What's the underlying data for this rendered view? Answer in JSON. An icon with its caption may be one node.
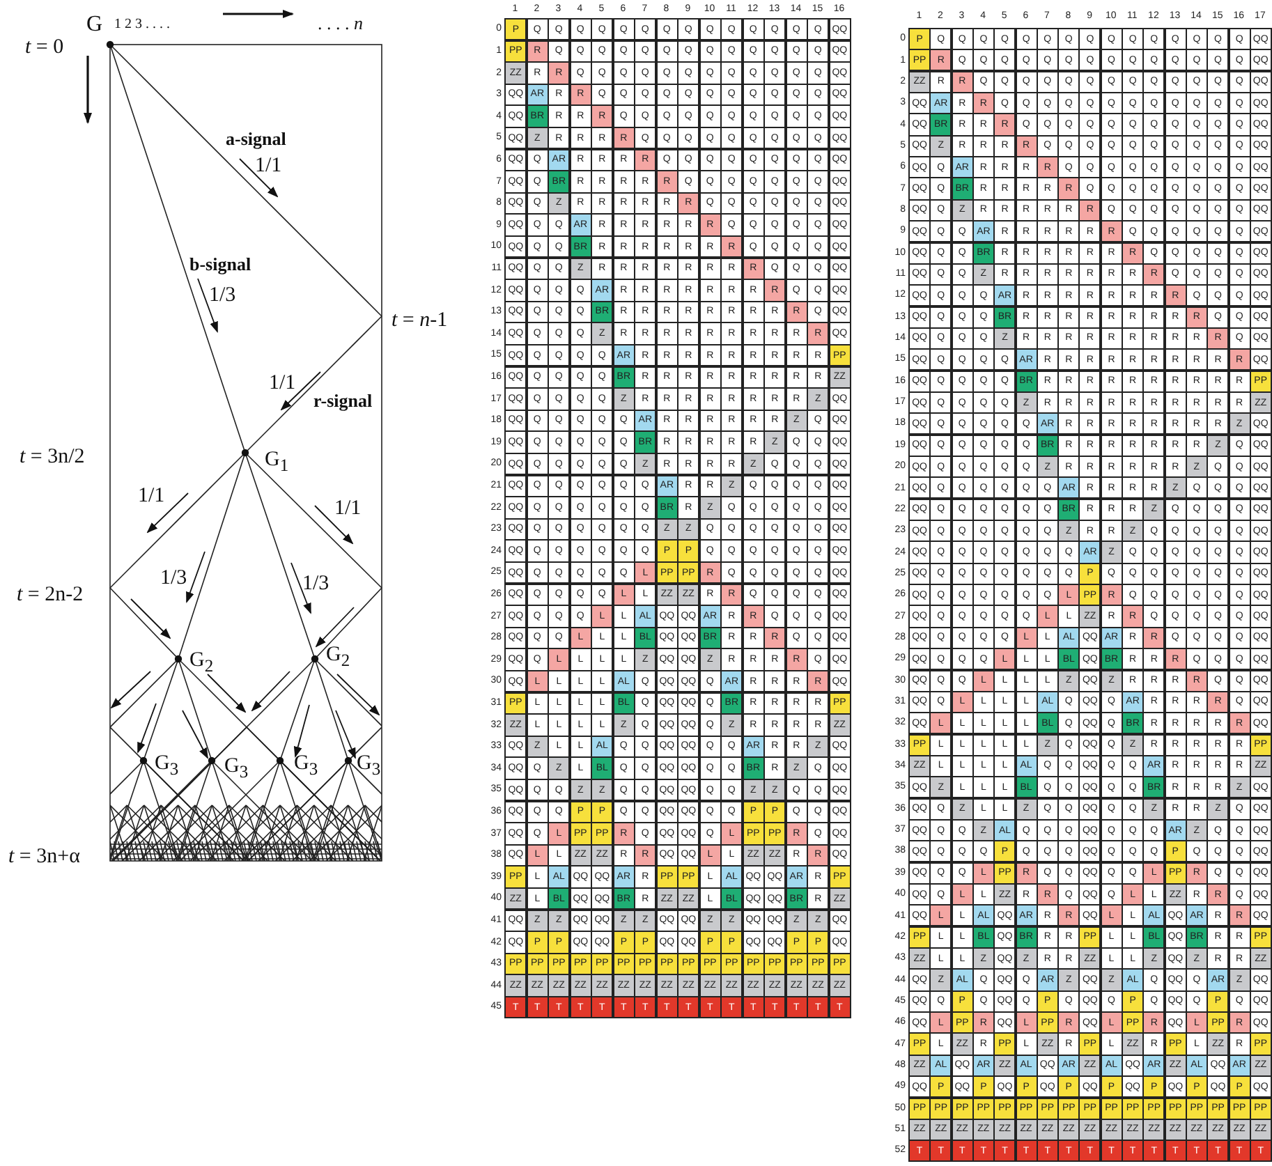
{
  "diagram": {
    "labels": [
      "G",
      "1 2 3 . . . .",
      ". . . . *n*",
      "*t* = 0",
      "a-signal",
      "1/1",
      "b-signal",
      "1/3",
      "*t* = *n*-1",
      "1/1",
      "r-signal",
      "*t* = 3n/2",
      "G$_{1}$",
      "1/1",
      "1/1",
      "1/3",
      "1/3",
      "*t* = 2n-2",
      "G$_{2}$",
      "G$_{2}$",
      "G$_{3}$",
      "G$_{3}$",
      "G$_{3}$",
      "G$_{3}$",
      "*t* = 3n+α",
      "1",
      "2",
      "3",
      "4",
      "5",
      "6",
      "7",
      "8",
      "9",
      "10",
      "11",
      "12",
      "13",
      "14",
      "15",
      "16",
      "0",
      "P",
      "Q",
      "Q",
      "Q",
      "Q",
      "Q",
      "Q",
      "Q",
      "Q",
      "Q",
      "Q",
      "Q",
      "Q",
      "Q",
      "Q",
      "QQ",
      "1",
      "PP",
      "R",
      "Q",
      "Q",
      "Q",
      "Q",
      "Q",
      "Q",
      "Q",
      "Q",
      "Q",
      "Q",
      "Q",
      "Q",
      "Q",
      "QQ",
      "2",
      "ZZ",
      "R",
      "R",
      "Q",
      "Q",
      "Q",
      "Q",
      "Q",
      "Q",
      "Q",
      "Q",
      "Q",
      "Q",
      "Q",
      "Q",
      "QQ",
      "3",
      "QQ",
      "AR",
      "R",
      "R",
      "Q",
      "Q",
      "Q",
      "Q",
      "Q",
      "Q",
      "Q",
      "Q",
      "Q",
      "Q",
      "Q",
      "QQ",
      "4",
      "QQ",
      "BR",
      "R",
      "R",
      "R",
      "Q",
      "Q",
      "Q",
      "Q",
      "Q",
      "Q",
      "Q",
      "Q",
      "Q",
      "Q",
      "QQ",
      "5",
      "QQ",
      "Z",
      "R",
      "R",
      "R",
      "R",
      "Q",
      "Q",
      "Q",
      "Q",
      "Q",
      "Q",
      "Q",
      "Q",
      "Q",
      "QQ",
      "6",
      "QQ",
      "Q",
      "AR",
      "R",
      "R",
      "R",
      "R",
      "Q",
      "Q",
      "Q",
      "Q",
      "Q",
      "Q",
      "Q",
      "Q",
      "QQ",
      "7",
      "QQ",
      "Q",
      "BR",
      "R",
      "R",
      "R",
      "R",
      "R",
      "Q",
      "Q",
      "Q",
      "Q",
      "Q",
      "Q",
      "Q",
      "QQ",
      "8",
      "QQ",
      "Q",
      "Z",
      "R",
      "R",
      "R",
      "R",
      "R",
      "R",
      "Q",
      "Q",
      "Q",
      "Q",
      "Q",
      "Q",
      "QQ",
      "9",
      "QQ",
      "Q",
      "Q",
      "AR",
      "R",
      "R",
      "R",
      "R",
      "R",
      "R",
      "Q",
      "Q",
      "Q",
      "Q",
      "Q",
      "QQ",
      "10",
      "QQ",
      "Q",
      "Q",
      "BR",
      "R",
      "R",
      "R",
      "R",
      "R",
      "R",
      "R",
      "Q",
      "Q",
      "Q",
      "Q",
      "QQ",
      "11",
      "QQ",
      "Q",
      "Q",
      "Z",
      "R",
      "R",
      "R",
      "R",
      "R",
      "R",
      "R",
      "R",
      "Q",
      "Q",
      "Q",
      "QQ",
      "12",
      "QQ",
      "Q",
      "Q",
      "Q",
      "AR",
      "R",
      "R",
      "R",
      "R",
      "R",
      "R",
      "R",
      "R",
      "Q",
      "Q",
      "QQ",
      "13",
      "QQ",
      "Q",
      "Q",
      "Q",
      "BR",
      "R",
      "R",
      "R",
      "R",
      "R",
      "R",
      "R",
      "R",
      "R",
      "Q",
      "QQ",
      "14",
      "QQ",
      "Q",
      "Q",
      "Q",
      "Z",
      "R",
      "R",
      "R",
      "R",
      "R",
      "R",
      "R",
      "R",
      "R",
      "R",
      "QQ",
      "15",
      "QQ",
      "Q",
      "Q",
      "Q",
      "Q",
      "AR",
      "R",
      "R",
      "R",
      "R",
      "R",
      "R",
      "R",
      "R",
      "R",
      "PP",
      "16",
      "QQ",
      "Q",
      "Q",
      "Q",
      "Q",
      "BR",
      "R",
      "R",
      "R",
      "R",
      "R",
      "R",
      "R",
      "R",
      "R",
      "ZZ",
      "17",
      "QQ",
      "Q",
      "Q",
      "Q",
      "Q",
      "Z",
      "R",
      "R",
      "R",
      "R",
      "R",
      "R",
      "R",
      "R",
      "Z",
      "QQ",
      "18",
      "QQ",
      "Q",
      "Q",
      "Q",
      "Q",
      "Q",
      "AR",
      "R",
      "R",
      "R",
      "R",
      "R",
      "R",
      "Z",
      "Q",
      "QQ",
      "19",
      "QQ",
      "Q",
      "Q",
      "Q",
      "Q",
      "Q",
      "BR",
      "R",
      "R",
      "R",
      "R",
      "R",
      "Z",
      "Q",
      "Q",
      "QQ",
      "20",
      "QQ",
      "Q",
      "Q",
      "Q",
      "Q",
      "Q",
      "Z",
      "R",
      "R",
      "R",
      "R",
      "Z",
      "Q",
      "Q",
      "Q",
      "QQ",
      "21",
      "QQ",
      "Q",
      "Q",
      "Q",
      "Q",
      "Q",
      "Q",
      "AR",
      "R",
      "R",
      "Z",
      "Q",
      "Q",
      "Q",
      "Q",
      "QQ",
      "22",
      "QQ",
      "Q",
      "Q",
      "Q",
      "Q",
      "Q",
      "Q",
      "BR",
      "R",
      "Z",
      "Q",
      "Q",
      "Q",
      "Q",
      "Q",
      "QQ",
      "23",
      "QQ",
      "Q",
      "Q",
      "Q",
      "Q",
      "Q",
      "Q",
      "Z",
      "Z",
      "Q",
      "Q",
      "Q",
      "Q",
      "Q",
      "Q",
      "QQ",
      "24",
      "QQ",
      "Q",
      "Q",
      "Q",
      "Q",
      "Q",
      "Q",
      "P",
      "P",
      "Q",
      "Q",
      "Q",
      "Q",
      "Q",
      "Q",
      "QQ",
      "25",
      "QQ",
      "Q",
      "Q",
      "Q",
      "Q",
      "Q",
      "L",
      "PP",
      "PP",
      "R",
      "Q",
      "Q",
      "Q",
      "Q",
      "Q",
      "QQ",
      "26",
      "QQ",
      "Q",
      "Q",
      "Q",
      "Q",
      "L",
      "L",
      "ZZ",
      "ZZ",
      "R",
      "R",
      "Q",
      "Q",
      "Q",
      "Q",
      "QQ",
      "27",
      "QQ",
      "Q",
      "Q",
      "Q",
      "L",
      "L",
      "AL",
      "QQ",
      "QQ",
      "AR",
      "R",
      "R",
      "Q",
      "Q",
      "Q",
      "QQ",
      "28",
      "QQ",
      "Q",
      "Q",
      "L",
      "L",
      "L",
      "BL",
      "QQ",
      "QQ",
      "BR",
      "R",
      "R",
      "R",
      "Q",
      "Q",
      "QQ",
      "29",
      "QQ",
      "Q",
      "L",
      "L",
      "L",
      "L",
      "Z",
      "QQ",
      "QQ",
      "Z",
      "R",
      "R",
      "R",
      "R",
      "Q",
      "QQ",
      "30",
      "QQ",
      "L",
      "L",
      "L",
      "L",
      "AL",
      "Q",
      "QQ",
      "QQ",
      "Q",
      "AR",
      "R",
      "R",
      "R",
      "R",
      "QQ",
      "31",
      "PP",
      "L",
      "L",
      "L",
      "L",
      "BL",
      "Q",
      "QQ",
      "QQ",
      "Q",
      "BR",
      "R",
      "R",
      "R",
      "R",
      "PP",
      "32",
      "ZZ",
      "L",
      "L",
      "L",
      "L",
      "Z",
      "Q",
      "QQ",
      "QQ",
      "Q",
      "Z",
      "R",
      "R",
      "R",
      "R",
      "ZZ",
      "33",
      "QQ",
      "Z",
      "L",
      "L",
      "AL",
      "Q",
      "Q",
      "QQ",
      "QQ",
      "Q",
      "Q",
      "AR",
      "R",
      "R",
      "Z",
      "QQ",
      "34",
      "QQ",
      "Q",
      "Z",
      "L",
      "BL",
      "Q",
      "Q",
      "QQ",
      "QQ",
      "Q",
      "Q",
      "BR",
      "R",
      "Z",
      "Q",
      "QQ",
      "35",
      "QQ",
      "Q",
      "Q",
      "Z",
      "Z",
      "Q",
      "Q",
      "QQ",
      "QQ",
      "Q",
      "Q",
      "Z",
      "Z",
      "Q",
      "Q",
      "QQ",
      "36",
      "QQ",
      "Q",
      "Q",
      "P",
      "P",
      "Q",
      "Q",
      "QQ",
      "QQ",
      "Q",
      "Q",
      "P",
      "P",
      "Q",
      "Q",
      "QQ",
      "37",
      "QQ",
      "Q",
      "L",
      "PP",
      "PP",
      "R",
      "Q",
      "QQ",
      "QQ",
      "Q",
      "L",
      "PP",
      "PP",
      "R",
      "Q",
      "QQ",
      "38",
      "QQ",
      "L",
      "L",
      "ZZ",
      "ZZ",
      "R",
      "R",
      "QQ",
      "QQ",
      "L",
      "L",
      "ZZ",
      "ZZ",
      "R",
      "R",
      "QQ",
      "39",
      "PP",
      "L",
      "AL",
      "QQ",
      "QQ",
      "AR",
      "R",
      "PP",
      "PP",
      "L",
      "AL",
      "QQ",
      "QQ",
      "AR",
      "R",
      "PP",
      "40",
      "ZZ",
      "L",
      "BL",
      "QQ",
      "QQ",
      "BR",
      "R",
      "ZZ",
      "ZZ",
      "L",
      "BL",
      "QQ",
      "QQ",
      "BR",
      "R",
      "ZZ",
      "41",
      "QQ",
      "Z",
      "Z",
      "QQ",
      "QQ",
      "Z",
      "Z",
      "QQ",
      "QQ",
      "Z",
      "Z",
      "QQ",
      "QQ",
      "Z",
      "Z",
      "QQ",
      "42",
      "QQ",
      "P",
      "P",
      "QQ",
      "QQ",
      "P",
      "P",
      "QQ",
      "QQ",
      "P",
      "P",
      "QQ",
      "QQ",
      "P",
      "P",
      "QQ",
      "43",
      "PP",
      "PP",
      "PP",
      "PP",
      "PP",
      "PP",
      "PP",
      "PP",
      "PP",
      "PP",
      "PP",
      "PP",
      "PP",
      "PP",
      "PP",
      "PP",
      "44",
      "ZZ",
      "ZZ",
      "ZZ",
      "ZZ",
      "ZZ",
      "ZZ",
      "ZZ",
      "ZZ",
      "ZZ",
      "ZZ",
      "ZZ",
      "ZZ",
      "ZZ",
      "ZZ",
      "ZZ",
      "ZZ",
      "45",
      "T",
      "T",
      "T",
      "T",
      "T",
      "T",
      "T",
      "T",
      "T",
      "T",
      "T",
      "T",
      "T",
      "T",
      "T",
      "T",
      "1",
      "2",
      "3",
      "4",
      "5",
      "6",
      "7",
      "8",
      "9",
      "10",
      "11",
      "12",
      "13",
      "14",
      "15",
      "16",
      "17",
      "0",
      "P",
      "Q",
      "Q",
      "Q",
      "Q",
      "Q",
      "Q",
      "Q",
      "Q",
      "Q",
      "Q",
      "Q",
      "Q",
      "Q",
      "Q",
      "Q",
      "QQ",
      "1",
      "PP",
      "R",
      "Q",
      "Q",
      "Q",
      "Q",
      "Q",
      "Q",
      "Q",
      "Q",
      "Q",
      "Q",
      "Q",
      "Q",
      "Q",
      "Q",
      "QQ",
      "2",
      "ZZ",
      "R",
      "R",
      "Q",
      "Q",
      "Q",
      "Q",
      "Q",
      "Q",
      "Q",
      "Q",
      "Q",
      "Q",
      "Q",
      "Q",
      "Q",
      "QQ",
      "3",
      "QQ",
      "AR",
      "R",
      "R",
      "Q",
      "Q",
      "Q",
      "Q",
      "Q",
      "Q",
      "Q",
      "Q",
      "Q",
      "Q",
      "Q",
      "Q",
      "QQ",
      "4",
      "QQ",
      "BR",
      "R",
      "R",
      "R",
      "Q",
      "Q",
      "Q",
      "Q",
      "Q",
      "Q",
      "Q",
      "Q",
      "Q",
      "Q",
      "Q",
      "QQ",
      "5",
      "QQ",
      "Z",
      "R",
      "R",
      "R",
      "R",
      "Q",
      "Q",
      "Q",
      "Q",
      "Q",
      "Q",
      "Q",
      "Q",
      "Q",
      "Q",
      "QQ",
      "6",
      "QQ",
      "Q",
      "AR",
      "R",
      "R",
      "R",
      "R",
      "Q",
      "Q",
      "Q",
      "Q",
      "Q",
      "Q",
      "Q",
      "Q",
      "Q",
      "QQ",
      "7",
      "QQ",
      "Q",
      "BR",
      "R",
      "R",
      "R",
      "R",
      "R",
      "Q",
      "Q",
      "Q",
      "Q",
      "Q",
      "Q",
      "Q",
      "Q",
      "QQ",
      "8",
      "QQ",
      "Q",
      "Z",
      "R",
      "R",
      "R",
      "R",
      "R",
      "R",
      "Q",
      "Q",
      "Q",
      "Q",
      "Q",
      "Q",
      "Q",
      "QQ",
      "9",
      "QQ",
      "Q",
      "Q",
      "AR",
      "R",
      "R",
      "R",
      "R",
      "R",
      "R",
      "Q",
      "Q",
      "Q",
      "Q",
      "Q",
      "Q",
      "QQ",
      "10",
      "QQ",
      "Q",
      "Q",
      "BR",
      "R",
      "R",
      "R",
      "R",
      "R",
      "R",
      "R",
      "Q",
      "Q",
      "Q",
      "Q",
      "Q",
      "QQ",
      "11",
      "QQ",
      "Q",
      "Q",
      "Z",
      "R",
      "R",
      "R",
      "R",
      "R",
      "R",
      "R",
      "R",
      "Q",
      "Q",
      "Q",
      "Q",
      "QQ",
      "12",
      "QQ",
      "Q",
      "Q",
      "Q",
      "AR",
      "R",
      "R",
      "R",
      "R",
      "R",
      "R",
      "R",
      "R",
      "Q",
      "Q",
      "Q",
      "QQ",
      "13",
      "QQ",
      "Q",
      "Q",
      "Q",
      "BR",
      "R",
      "R",
      "R",
      "R",
      "R",
      "R",
      "R",
      "R",
      "R",
      "Q",
      "Q",
      "QQ",
      "14",
      "QQ",
      "Q",
      "Q",
      "Q",
      "Z",
      "R",
      "R",
      "R",
      "R",
      "R",
      "R",
      "R",
      "R",
      "R",
      "R",
      "Q",
      "QQ",
      "15",
      "QQ",
      "Q",
      "Q",
      "Q",
      "Q",
      "AR",
      "R",
      "R",
      "R",
      "R",
      "R",
      "R",
      "R",
      "R",
      "R",
      "R",
      "QQ",
      "16",
      "QQ",
      "Q",
      "Q",
      "Q",
      "Q",
      "BR",
      "R",
      "R",
      "R",
      "R",
      "R",
      "R",
      "R",
      "R",
      "R",
      "R",
      "PP",
      "17",
      "QQ",
      "Q",
      "Q",
      "Q",
      "Q",
      "Z",
      "R",
      "R",
      "R",
      "R",
      "R",
      "R",
      "R",
      "R",
      "R",
      "R",
      "ZZ",
      "18",
      "QQ",
      "Q",
      "Q",
      "Q",
      "Q",
      "Q",
      "AR",
      "R",
      "R",
      "R",
      "R",
      "R",
      "R",
      "R",
      "R",
      "Z",
      "QQ",
      "19",
      "QQ",
      "Q",
      "Q",
      "Q",
      "Q",
      "Q",
      "BR",
      "R",
      "R",
      "R",
      "R",
      "R",
      "R",
      "R",
      "Z",
      "Q",
      "QQ",
      "20",
      "QQ",
      "Q",
      "Q",
      "Q",
      "Q",
      "Q",
      "Z",
      "R",
      "R",
      "R",
      "R",
      "R",
      "R",
      "Z",
      "Q",
      "Q",
      "QQ",
      "21",
      "QQ",
      "Q",
      "Q",
      "Q",
      "Q",
      "Q",
      "Q",
      "AR",
      "R",
      "R",
      "R",
      "R",
      "Z",
      "Q",
      "Q",
      "Q",
      "QQ",
      "22",
      "QQ",
      "Q",
      "Q",
      "Q",
      "Q",
      "Q",
      "Q",
      "BR",
      "R",
      "R",
      "R",
      "Z",
      "Q",
      "Q",
      "Q",
      "Q",
      "QQ",
      "23",
      "QQ",
      "Q",
      "Q",
      "Q",
      "Q",
      "Q",
      "Q",
      "Z",
      "R",
      "R",
      "Z",
      "Q",
      "Q",
      "Q",
      "Q",
      "Q",
      "QQ",
      "24",
      "QQ",
      "Q",
      "Q",
      "Q",
      "Q",
      "Q",
      "Q",
      "Q",
      "AR",
      "Z",
      "Q",
      "Q",
      "Q",
      "Q",
      "Q",
      "Q",
      "QQ",
      "25",
      "QQ",
      "Q",
      "Q",
      "Q",
      "Q",
      "Q",
      "Q",
      "Q",
      "P",
      "Q",
      "Q",
      "Q",
      "Q",
      "Q",
      "Q",
      "Q",
      "QQ",
      "26",
      "QQ",
      "Q",
      "Q",
      "Q",
      "Q",
      "Q",
      "Q",
      "L",
      "PP",
      "R",
      "Q",
      "Q",
      "Q",
      "Q",
      "Q",
      "Q",
      "QQ",
      "27",
      "QQ",
      "Q",
      "Q",
      "Q",
      "Q",
      "Q",
      "L",
      "L",
      "ZZ",
      "R",
      "R",
      "Q",
      "Q",
      "Q",
      "Q",
      "Q",
      "QQ",
      "28",
      "QQ",
      "Q",
      "Q",
      "Q",
      "Q",
      "L",
      "L",
      "AL",
      "QQ",
      "AR",
      "R",
      "R",
      "Q",
      "Q",
      "Q",
      "Q",
      "QQ",
      "29",
      "QQ",
      "Q",
      "Q",
      "Q",
      "L",
      "L",
      "L",
      "BL",
      "QQ",
      "BR",
      "R",
      "R",
      "R",
      "Q",
      "Q",
      "Q",
      "QQ",
      "30",
      "QQ",
      "Q",
      "Q",
      "L",
      "L",
      "L",
      "L",
      "Z",
      "QQ",
      "Z",
      "R",
      "R",
      "R",
      "R",
      "Q",
      "Q",
      "QQ",
      "31",
      "QQ",
      "Q",
      "L",
      "L",
      "L",
      "L",
      "AL",
      "Q",
      "QQ",
      "Q",
      "AR",
      "R",
      "R",
      "R",
      "R",
      "Q",
      "QQ",
      "32",
      "QQ",
      "L",
      "L",
      "L",
      "L",
      "L",
      "BL",
      "Q",
      "QQ",
      "Q",
      "BR",
      "R",
      "R",
      "R",
      "R",
      "R",
      "QQ",
      "33",
      "PP",
      "L",
      "L",
      "L",
      "L",
      "L",
      "Z",
      "Q",
      "QQ",
      "Q",
      "Z",
      "R",
      "R",
      "R",
      "R",
      "R",
      "PP",
      "34",
      "ZZ",
      "L",
      "L",
      "L",
      "L",
      "AL",
      "Q",
      "Q",
      "QQ",
      "Q",
      "Q",
      "AR",
      "R",
      "R",
      "R",
      "R",
      "ZZ",
      "35",
      "QQ",
      "Z",
      "L",
      "L",
      "L",
      "BL",
      "Q",
      "Q",
      "QQ",
      "Q",
      "Q",
      "BR",
      "R",
      "R",
      "R",
      "Z",
      "QQ",
      "36",
      "QQ",
      "Q",
      "Z",
      "L",
      "L",
      "Z",
      "Q",
      "Q",
      "QQ",
      "Q",
      "Q",
      "Z",
      "R",
      "R",
      "Z",
      "Q",
      "QQ",
      "37",
      "QQ",
      "Q",
      "Q",
      "Z",
      "AL",
      "Q",
      "Q",
      "Q",
      "QQ",
      "Q",
      "Q",
      "Q",
      "AR",
      "Z",
      "Q",
      "Q",
      "QQ",
      "38",
      "QQ",
      "Q",
      "Q",
      "Q",
      "P",
      "Q",
      "Q",
      "Q",
      "QQ",
      "Q",
      "Q",
      "Q",
      "P",
      "Q",
      "Q",
      "Q",
      "QQ",
      "39",
      "QQ",
      "Q",
      "Q",
      "L",
      "PP",
      "R",
      "Q",
      "Q",
      "QQ",
      "Q",
      "Q",
      "L",
      "PP",
      "R",
      "Q",
      "Q",
      "QQ",
      "40",
      "QQ",
      "Q",
      "L",
      "L",
      "ZZ",
      "R",
      "R",
      "Q",
      "QQ",
      "Q",
      "L",
      "L",
      "ZZ",
      "R",
      "R",
      "Q",
      "QQ",
      "41",
      "QQ",
      "L",
      "L",
      "AL",
      "QQ",
      "AR",
      "R",
      "R",
      "QQ",
      "L",
      "L",
      "AL",
      "QQ",
      "AR",
      "R",
      "R",
      "QQ",
      "42",
      "PP",
      "L",
      "L",
      "BL",
      "QQ",
      "BR",
      "R",
      "R",
      "PP",
      "L",
      "L",
      "BL",
      "QQ",
      "BR",
      "R",
      "R",
      "PP",
      "43",
      "ZZ",
      "L",
      "L",
      "Z",
      "QQ",
      "Z",
      "R",
      "R",
      "ZZ",
      "L",
      "L",
      "Z",
      "QQ",
      "Z",
      "R",
      "R",
      "ZZ",
      "44",
      "QQ",
      "Z",
      "AL",
      "Q",
      "QQ",
      "Q",
      "AR",
      "Z",
      "QQ",
      "Z",
      "AL",
      "Q",
      "QQ",
      "Q",
      "AR",
      "Z",
      "QQ",
      "45",
      "QQ",
      "Q",
      "P",
      "Q",
      "QQ",
      "Q",
      "P",
      "Q",
      "QQ",
      "Q",
      "P",
      "Q",
      "QQ",
      "Q",
      "P",
      "Q",
      "QQ",
      "46",
      "QQ",
      "L",
      "PP",
      "R",
      "QQ",
      "L",
      "PP",
      "R",
      "QQ",
      "L",
      "PP",
      "R",
      "QQ",
      "L",
      "PP",
      "R",
      "QQ",
      "47",
      "PP",
      "L",
      "ZZ",
      "R",
      "PP",
      "L",
      "ZZ",
      "R",
      "PP",
      "L",
      "ZZ",
      "R",
      "PP",
      "L",
      "ZZ",
      "R",
      "PP",
      "48",
      "ZZ",
      "AL",
      "QQ",
      "AR",
      "ZZ",
      "AL",
      "QQ",
      "AR",
      "ZZ",
      "AL",
      "QQ",
      "AR",
      "ZZ",
      "AL",
      "QQ",
      "AR",
      "ZZ",
      "49",
      "QQ",
      "P",
      "QQ",
      "P",
      "QQ",
      "P",
      "QQ",
      "P",
      "QQ",
      "P",
      "QQ",
      "P",
      "QQ",
      "P",
      "QQ",
      "P",
      "QQ",
      "50",
      "PP",
      "PP",
      "PP",
      "PP",
      "PP",
      "PP",
      "PP",
      "PP",
      "PP",
      "PP",
      "PP",
      "PP",
      "PP",
      "PP",
      "PP",
      "PP",
      "PP",
      "51",
      "ZZ",
      "ZZ",
      "ZZ",
      "ZZ",
      "ZZ",
      "ZZ",
      "ZZ",
      "ZZ",
      "ZZ",
      "ZZ",
      "ZZ",
      "ZZ",
      "ZZ",
      "ZZ",
      "ZZ",
      "ZZ",
      "ZZ",
      "52",
      "T",
      "T",
      "T",
      "T",
      "T",
      "T",
      "T",
      "T",
      "T",
      "T",
      "T",
      "T",
      "T",
      "T",
      "T",
      "T",
      "T"
    ]
  }
}
